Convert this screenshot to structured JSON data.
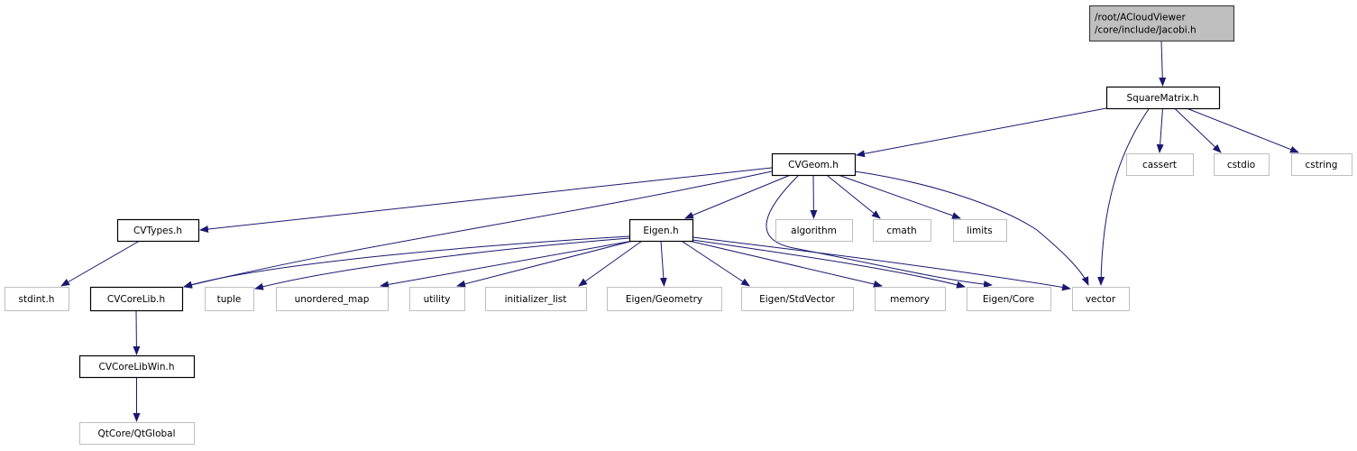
{
  "diagram": {
    "colors": {
      "edge": "#191970",
      "root_fill": "#bfbfbf",
      "root_border": "#404040",
      "documented_border": "#000000",
      "external_border": "#bfbfbf"
    },
    "nodes": [
      {
        "id": "jacobi",
        "lines": [
          "/root/ACloudViewer",
          "/core/include/Jacobi.h"
        ],
        "kind": "root"
      },
      {
        "id": "squarematrix",
        "lines": [
          "SquareMatrix.h"
        ],
        "kind": "documented"
      },
      {
        "id": "cvgeom",
        "lines": [
          "CVGeom.h"
        ],
        "kind": "documented"
      },
      {
        "id": "cassert",
        "lines": [
          "cassert"
        ],
        "kind": "external"
      },
      {
        "id": "cstdio",
        "lines": [
          "cstdio"
        ],
        "kind": "external"
      },
      {
        "id": "cstring",
        "lines": [
          "cstring"
        ],
        "kind": "external"
      },
      {
        "id": "cvtypes",
        "lines": [
          "CVTypes.h"
        ],
        "kind": "documented"
      },
      {
        "id": "eigen",
        "lines": [
          "Eigen.h"
        ],
        "kind": "documented"
      },
      {
        "id": "algorithm",
        "lines": [
          "algorithm"
        ],
        "kind": "external"
      },
      {
        "id": "cmath",
        "lines": [
          "cmath"
        ],
        "kind": "external"
      },
      {
        "id": "limits",
        "lines": [
          "limits"
        ],
        "kind": "external"
      },
      {
        "id": "stdint",
        "lines": [
          "stdint.h"
        ],
        "kind": "external"
      },
      {
        "id": "cvcorelib",
        "lines": [
          "CVCoreLib.h"
        ],
        "kind": "documented"
      },
      {
        "id": "tuple",
        "lines": [
          "tuple"
        ],
        "kind": "external"
      },
      {
        "id": "unordered_map",
        "lines": [
          "unordered_map"
        ],
        "kind": "external"
      },
      {
        "id": "utility",
        "lines": [
          "utility"
        ],
        "kind": "external"
      },
      {
        "id": "initializer_list",
        "lines": [
          "initializer_list"
        ],
        "kind": "external"
      },
      {
        "id": "eigen_geometry",
        "lines": [
          "Eigen/Geometry"
        ],
        "kind": "external"
      },
      {
        "id": "eigen_stdvector",
        "lines": [
          "Eigen/StdVector"
        ],
        "kind": "external"
      },
      {
        "id": "memory",
        "lines": [
          "memory"
        ],
        "kind": "external"
      },
      {
        "id": "eigen_core",
        "lines": [
          "Eigen/Core"
        ],
        "kind": "external"
      },
      {
        "id": "vector",
        "lines": [
          "vector"
        ],
        "kind": "external"
      },
      {
        "id": "cvcorelibwin",
        "lines": [
          "CVCoreLibWin.h"
        ],
        "kind": "documented"
      },
      {
        "id": "qtglobal",
        "lines": [
          "QtCore/QtGlobal"
        ],
        "kind": "external"
      }
    ],
    "edges": [
      [
        "jacobi",
        "squarematrix"
      ],
      [
        "squarematrix",
        "cvgeom"
      ],
      [
        "squarematrix",
        "vector"
      ],
      [
        "squarematrix",
        "cassert"
      ],
      [
        "squarematrix",
        "cstdio"
      ],
      [
        "squarematrix",
        "cstring"
      ],
      [
        "cvgeom",
        "cvtypes"
      ],
      [
        "cvgeom",
        "cvcorelib"
      ],
      [
        "cvgeom",
        "eigen"
      ],
      [
        "cvgeom",
        "eigen_core"
      ],
      [
        "cvgeom",
        "algorithm"
      ],
      [
        "cvgeom",
        "cmath"
      ],
      [
        "cvgeom",
        "limits"
      ],
      [
        "cvgeom",
        "vector"
      ],
      [
        "cvtypes",
        "stdint"
      ],
      [
        "eigen",
        "cvcorelib"
      ],
      [
        "eigen",
        "tuple"
      ],
      [
        "eigen",
        "unordered_map"
      ],
      [
        "eigen",
        "utility"
      ],
      [
        "eigen",
        "initializer_list"
      ],
      [
        "eigen",
        "eigen_geometry"
      ],
      [
        "eigen",
        "eigen_stdvector"
      ],
      [
        "eigen",
        "memory"
      ],
      [
        "eigen",
        "eigen_core"
      ],
      [
        "eigen",
        "vector"
      ],
      [
        "cvcorelib",
        "cvcorelibwin"
      ],
      [
        "cvcorelibwin",
        "qtglobal"
      ]
    ]
  }
}
